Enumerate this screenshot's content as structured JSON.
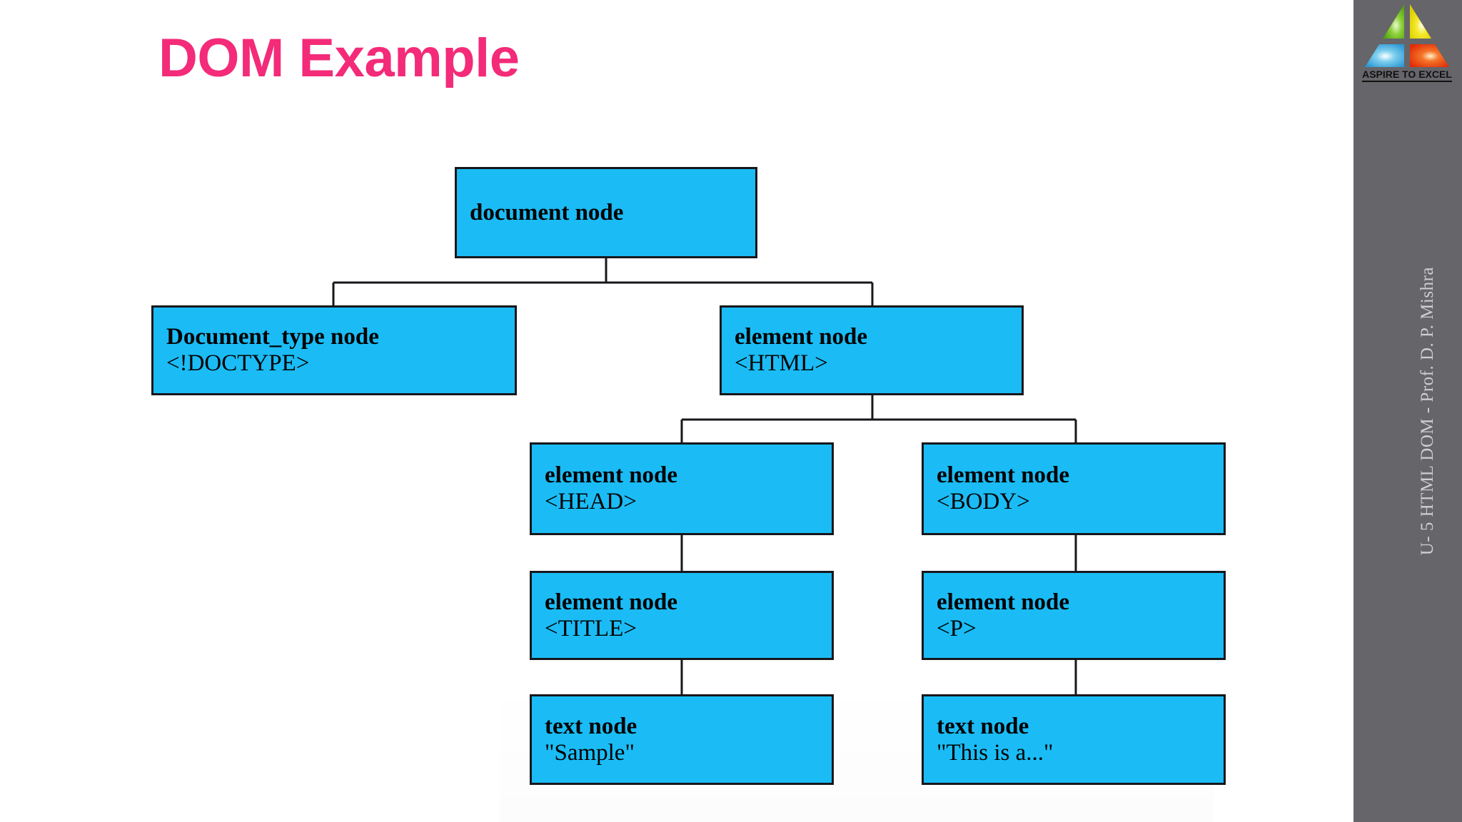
{
  "slide": {
    "title": "DOM Example",
    "title_color": "#F32B79",
    "background_color": "#FFFFFF",
    "sidebar_color": "#66656A",
    "node_fill_color": "#1BBCF5",
    "node_border_color": "#17171C",
    "footer_vertical_text": "U- 5 HTML DOM  - Prof. D. P. Mishra"
  },
  "logo": {
    "tagline": "ASPIRE TO EXCEL",
    "colors": {
      "top_left": "#6FBE2A",
      "top_right": "#F2E41B",
      "bottom_left": "#3FA9DE",
      "bottom_right": "#EE3D14"
    }
  },
  "chart_data": {
    "type": "diagram",
    "title": "DOM Example",
    "diagram_kind": "tree",
    "nodes": [
      {
        "id": "document",
        "line1": "document node",
        "line2": "",
        "level": 0
      },
      {
        "id": "doctype",
        "line1": "Document_type node",
        "line2": "<!DOCTYPE>",
        "level": 1
      },
      {
        "id": "html",
        "line1": "element node",
        "line2": "<HTML>",
        "level": 1
      },
      {
        "id": "head",
        "line1": "element node",
        "line2": "<HEAD>",
        "level": 2
      },
      {
        "id": "body",
        "line1": "element node",
        "line2": "<BODY>",
        "level": 2
      },
      {
        "id": "title",
        "line1": "element node",
        "line2": "<TITLE>",
        "level": 3
      },
      {
        "id": "p",
        "line1": "element node",
        "line2": "<P>",
        "level": 3
      },
      {
        "id": "text_sample",
        "line1": "text node",
        "line2": "\"Sample\"",
        "level": 4
      },
      {
        "id": "text_this",
        "line1": "text node",
        "line2": "\"This is a...\"",
        "level": 4
      }
    ],
    "edges": [
      {
        "from": "document",
        "to": "doctype"
      },
      {
        "from": "document",
        "to": "html"
      },
      {
        "from": "html",
        "to": "head"
      },
      {
        "from": "html",
        "to": "body"
      },
      {
        "from": "head",
        "to": "title"
      },
      {
        "from": "body",
        "to": "p"
      },
      {
        "from": "title",
        "to": "text_sample"
      },
      {
        "from": "p",
        "to": "text_this"
      }
    ]
  }
}
